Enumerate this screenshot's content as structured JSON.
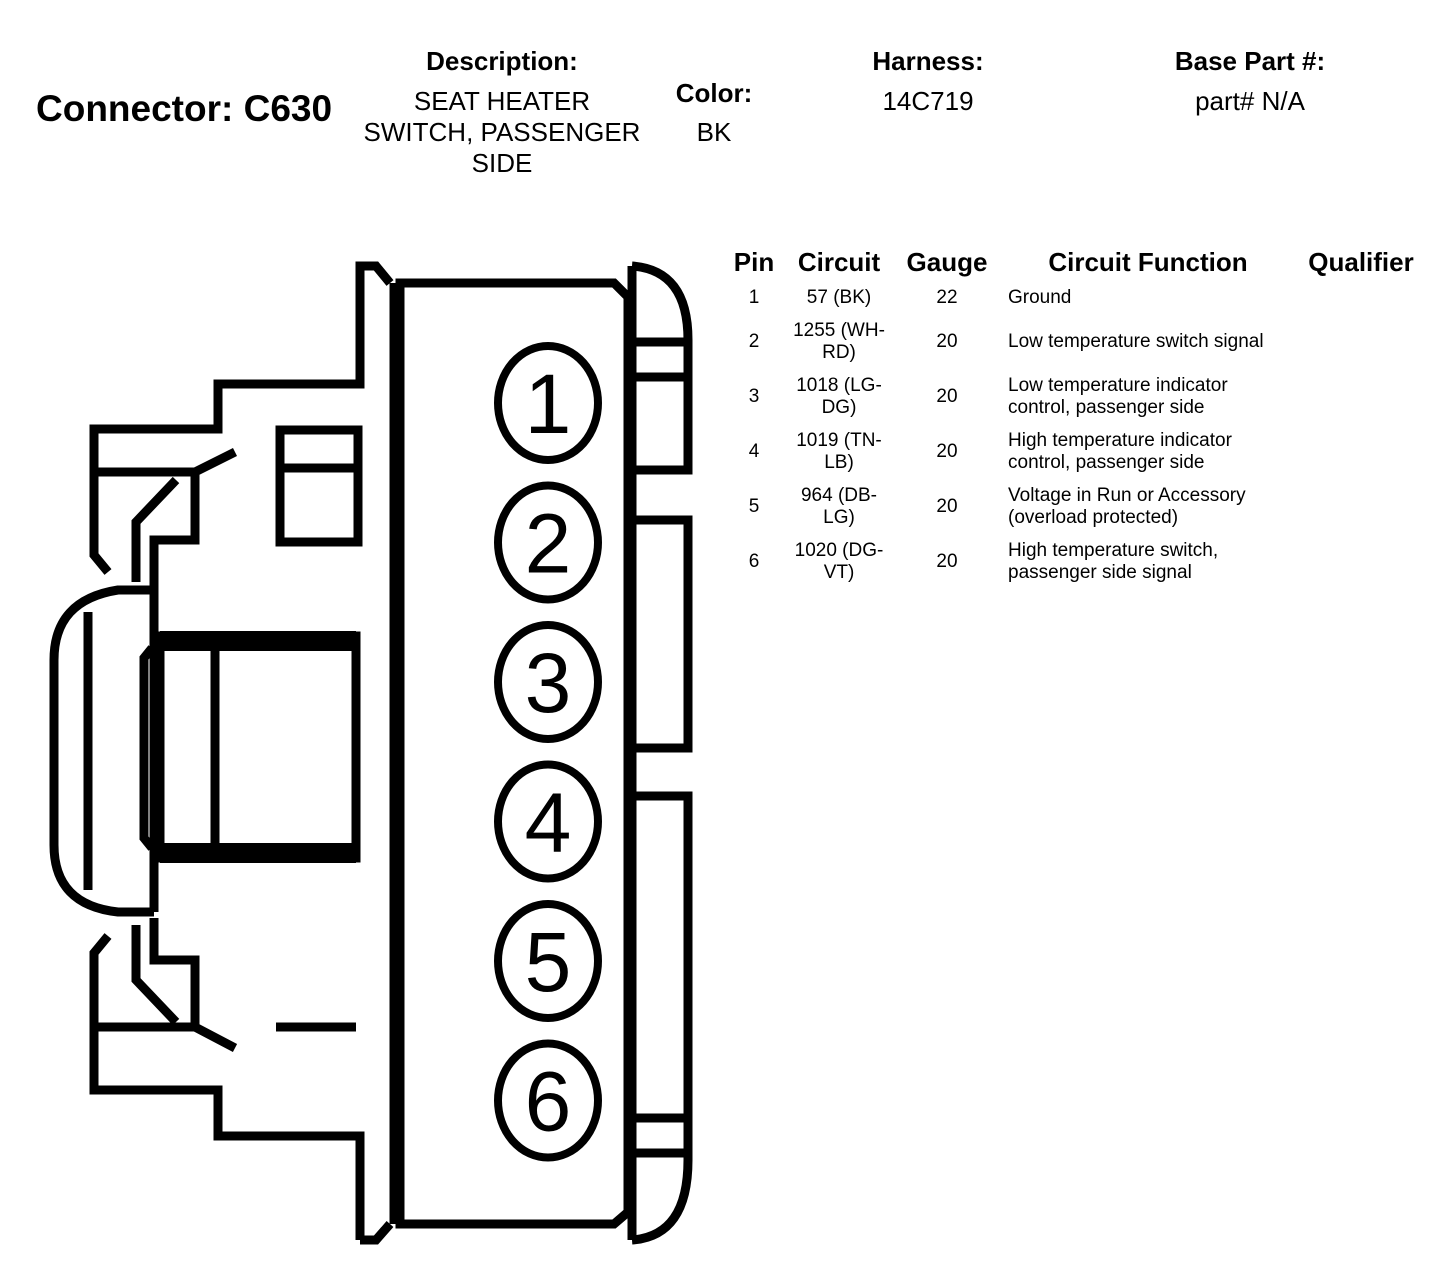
{
  "header": {
    "connector_title": "Connector: C630",
    "description_label": "Description:",
    "description_lines": [
      "SEAT HEATER",
      "SWITCH, PASSENGER",
      "SIDE"
    ],
    "color_label": "Color:",
    "color_value": "BK",
    "harness_label": "Harness:",
    "harness_value": "14C719",
    "base_part_label": "Base Part #:",
    "base_part_value": "part# N/A"
  },
  "connector_face": {
    "pin_labels": [
      "1",
      "2",
      "3",
      "4",
      "5",
      "6"
    ],
    "line_color": "#000000"
  },
  "table": {
    "columns": [
      "Pin",
      "Circuit",
      "Gauge",
      "Circuit Function",
      "Qualifier"
    ],
    "rows": [
      {
        "pin": "1",
        "circuit": [
          "57 (BK)"
        ],
        "gauge": "22",
        "function": [
          "Ground"
        ],
        "qualifier": ""
      },
      {
        "pin": "2",
        "circuit": [
          "1255 (WH-",
          "RD)"
        ],
        "gauge": "20",
        "function": [
          "Low temperature switch signal"
        ],
        "qualifier": ""
      },
      {
        "pin": "3",
        "circuit": [
          "1018 (LG-",
          "DG)"
        ],
        "gauge": "20",
        "function": [
          "Low temperature indicator",
          "control, passenger side"
        ],
        "qualifier": ""
      },
      {
        "pin": "4",
        "circuit": [
          "1019 (TN-",
          "LB)"
        ],
        "gauge": "20",
        "function": [
          "High temperature indicator",
          "control, passenger side"
        ],
        "qualifier": ""
      },
      {
        "pin": "5",
        "circuit": [
          "964 (DB-",
          "LG)"
        ],
        "gauge": "20",
        "function": [
          "Voltage in Run or Accessory",
          "(overload protected)"
        ],
        "qualifier": ""
      },
      {
        "pin": "6",
        "circuit": [
          "1020 (DG-",
          "VT)"
        ],
        "gauge": "20",
        "function": [
          "High temperature switch,",
          "passenger side signal"
        ],
        "qualifier": ""
      }
    ]
  }
}
